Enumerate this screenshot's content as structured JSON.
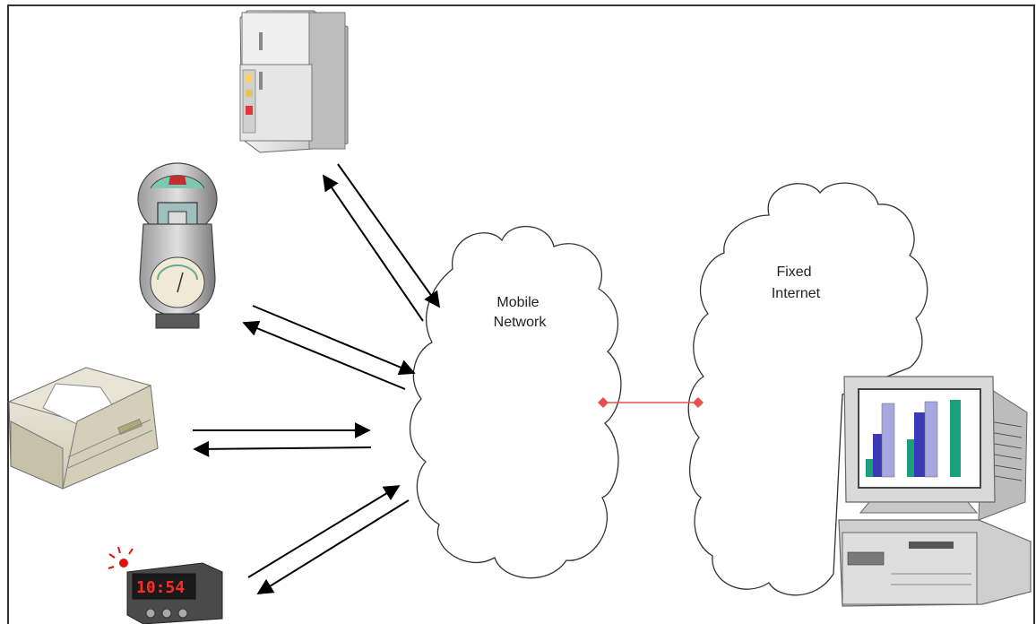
{
  "clouds": {
    "mobile": {
      "line1": "Mobile",
      "line2": "Network"
    },
    "internet": {
      "line1": "Fixed",
      "line2": "Internet"
    }
  },
  "devices": {
    "meter_display": "10:54"
  },
  "colors": {
    "link_line": "#e8504f",
    "arrow": "#000000",
    "cloud_stroke": "#333333",
    "teal": "#1aa07a",
    "blue": "#3a3ab8",
    "lavender": "#a8a8e0",
    "led_red": "#e01010"
  }
}
